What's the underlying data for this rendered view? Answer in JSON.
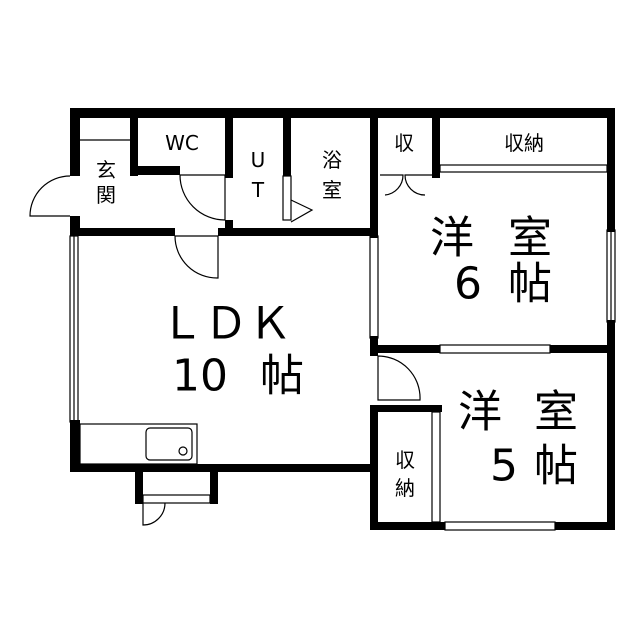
{
  "rooms": {
    "entrance": {
      "c1": "玄",
      "c2": "関"
    },
    "wc": "WC",
    "ut": {
      "c1": "U",
      "c2": "T"
    },
    "bath": {
      "c1": "浴",
      "c2": "室"
    },
    "closet_small": "収",
    "closet_top": "収納",
    "room6": {
      "c1": "洋",
      "c2": "室",
      "num": "6",
      "unit": "帖"
    },
    "ldk": {
      "name": "ＬＤＫ",
      "num": "10",
      "unit": "帖"
    },
    "room5": {
      "c1": "洋",
      "c2": "室",
      "num": "5",
      "unit": "帖"
    },
    "closet_5": {
      "c1": "収",
      "c2": "納"
    }
  }
}
